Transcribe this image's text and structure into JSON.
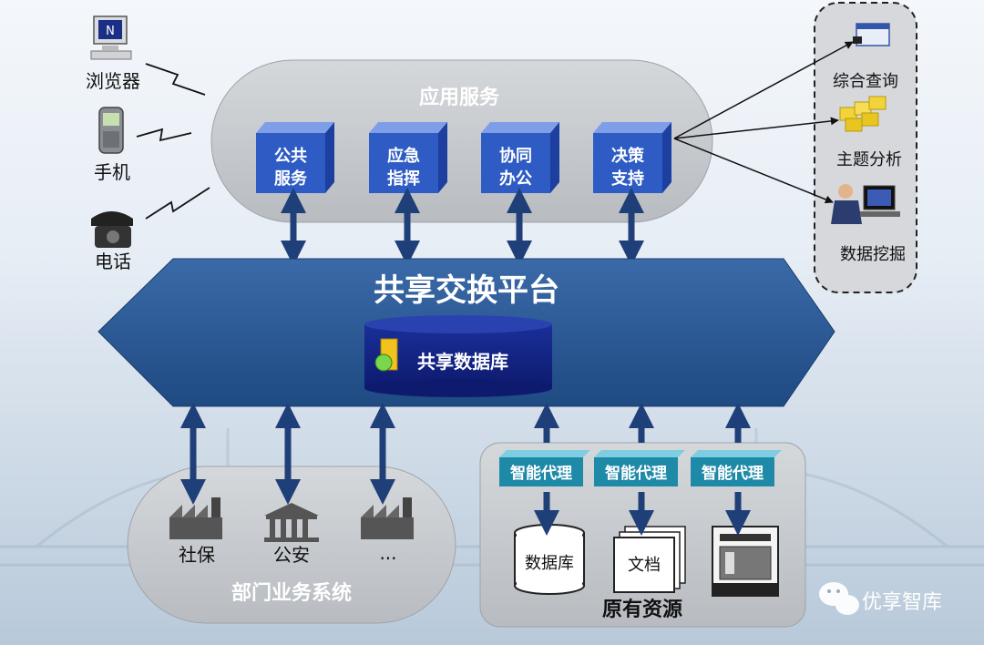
{
  "clients": {
    "browser_label": "浏览器",
    "phone_label": "手机",
    "telephone_label": "电话"
  },
  "app_services": {
    "title": "应用服务",
    "boxes": [
      {
        "line1": "公共",
        "line2": "服务"
      },
      {
        "line1": "应急",
        "line2": "指挥"
      },
      {
        "line1": "协同",
        "line2": "办公"
      },
      {
        "line1": "决策",
        "line2": "支持"
      }
    ]
  },
  "decision_tools": {
    "items": [
      "综合查询",
      "主题分析",
      "数据挖掘"
    ]
  },
  "platform": {
    "title": "共享交换平台",
    "database_label": "共享数据库"
  },
  "dept_systems": {
    "title": "部门业务系统",
    "items": [
      "社保",
      "公安",
      "..."
    ]
  },
  "legacy_resources": {
    "title": "原有资源",
    "agent_label": "智能代理",
    "items": [
      "数据库",
      "文档"
    ]
  },
  "watermark": "优享智库",
  "colors": {
    "platform_fill": "#2a5a95",
    "cube_front": "#2e5cc4",
    "arrow": "#1f3f78",
    "cloud_fill": "#c6c9cd",
    "agent_fill": "#1f8aa8"
  }
}
